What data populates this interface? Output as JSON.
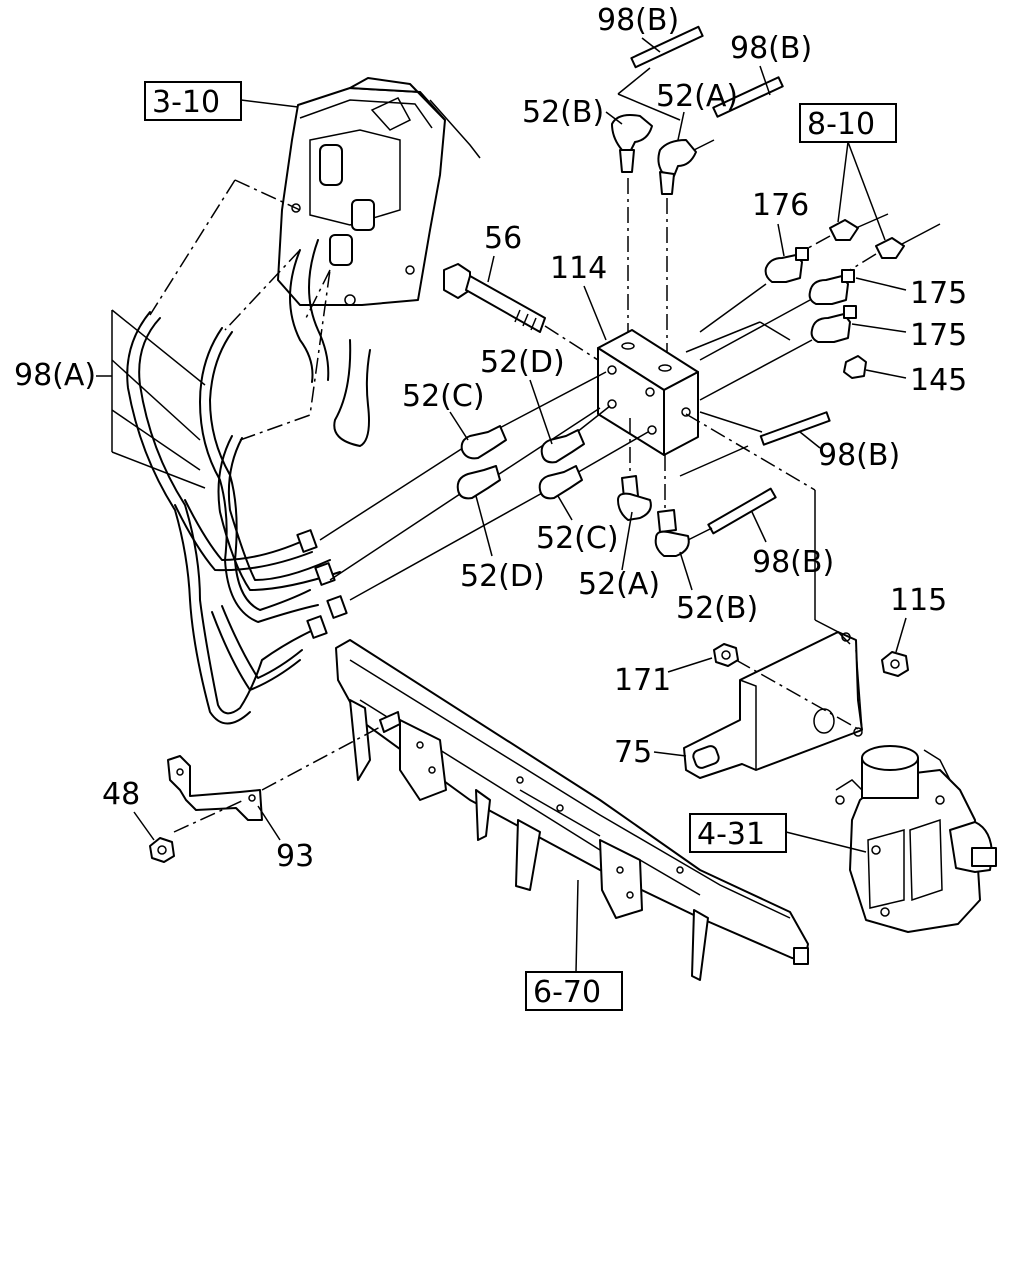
{
  "ref_boxes": {
    "r3_10": "3-10",
    "r8_10": "8-10",
    "r4_31": "4-31",
    "r6_70": "6-70"
  },
  "callouts": {
    "c98b_top": "98(B)",
    "c98b_top2": "98(B)",
    "c52b_top": "52(B)",
    "c52a_top": "52(A)",
    "c176": "176",
    "c56": "56",
    "c114": "114",
    "c175a": "175",
    "c175b": "175",
    "c145": "145",
    "c98a": "98(A)",
    "c52d_top": "52(D)",
    "c52c_top": "52(C)",
    "c98b_right": "98(B)",
    "c52c_bot": "52(C)",
    "c98b_bot": "98(B)",
    "c52d_bot": "52(D)",
    "c52a_bot": "52(A)",
    "c52b_bot": "52(B)",
    "c115": "115",
    "c171": "171",
    "c75": "75",
    "c48": "48",
    "c93": "93"
  }
}
